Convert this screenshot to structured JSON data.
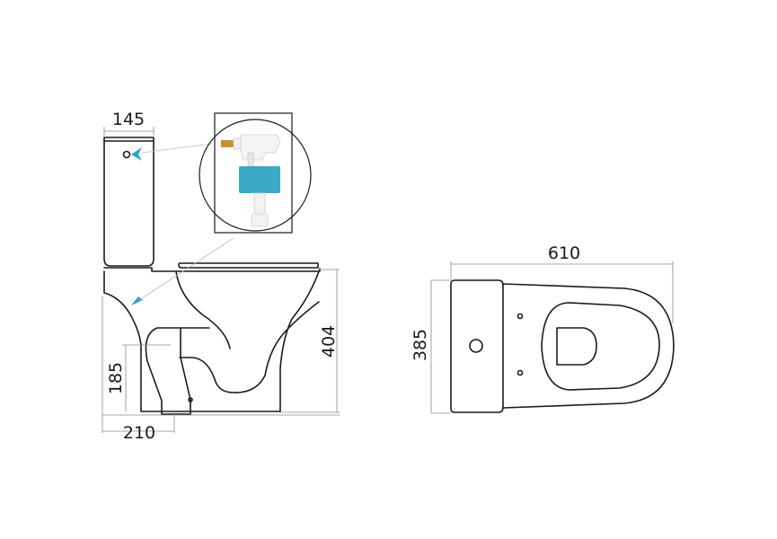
{
  "diagram": {
    "title": "Close-coupled toilet technical drawing",
    "views": {
      "side": {
        "label": "side-elevation",
        "dimensions": {
          "tank_depth": "145",
          "height": "404",
          "outlet_height": "185",
          "outlet_distance": "210"
        }
      },
      "top": {
        "label": "plan-view",
        "dimensions": {
          "length": "610",
          "width": "385"
        }
      },
      "detail": {
        "label": "fill-valve-detail",
        "component": "side-entry fill valve"
      }
    },
    "colors": {
      "outline": "#1a1a1a",
      "dimension_line": "#8a8a8a",
      "arrow_accent": "#2a9fd6",
      "valve_float": "#3aa9c6",
      "valve_inlet": "#c8912e"
    }
  }
}
